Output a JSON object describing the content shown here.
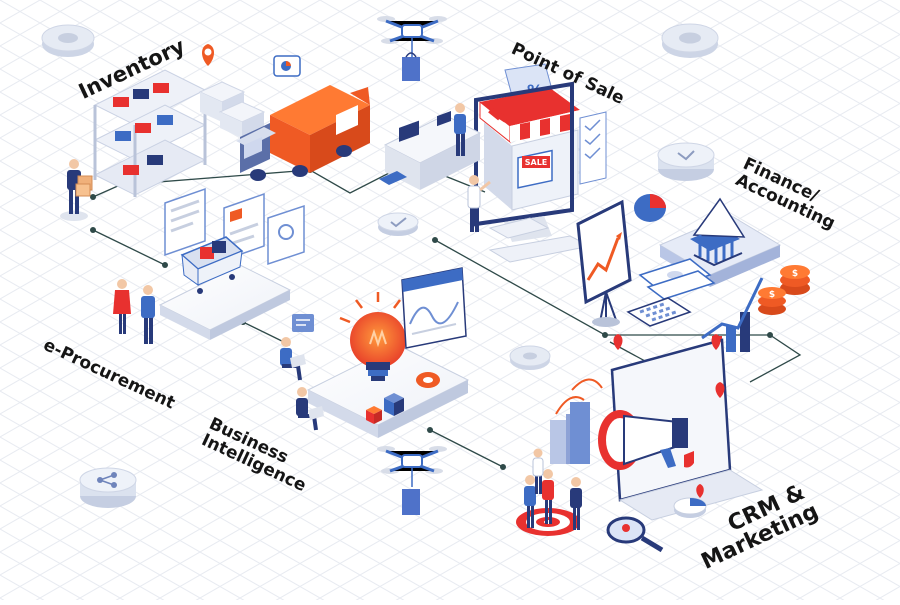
{
  "labels": {
    "inventory": "Inventory",
    "point_of_sale": "Point of Sale",
    "finance_line1": "Finance/",
    "finance_line2": "Accounting",
    "eprocurement": "e-Procurement",
    "bi_line1": "Business",
    "bi_line2": "Intelligence",
    "crm_line1": "CRM &",
    "crm_line2": "Marketing"
  },
  "colors": {
    "accent_orange": "#ef5a24",
    "accent_red": "#e8312f",
    "accent_blue": "#3d6cc4",
    "navy": "#283a7a",
    "connector": "#2f4a49",
    "grid": "#e8ebf1"
  },
  "sale_tag": "SALE",
  "percent_tag": "%"
}
